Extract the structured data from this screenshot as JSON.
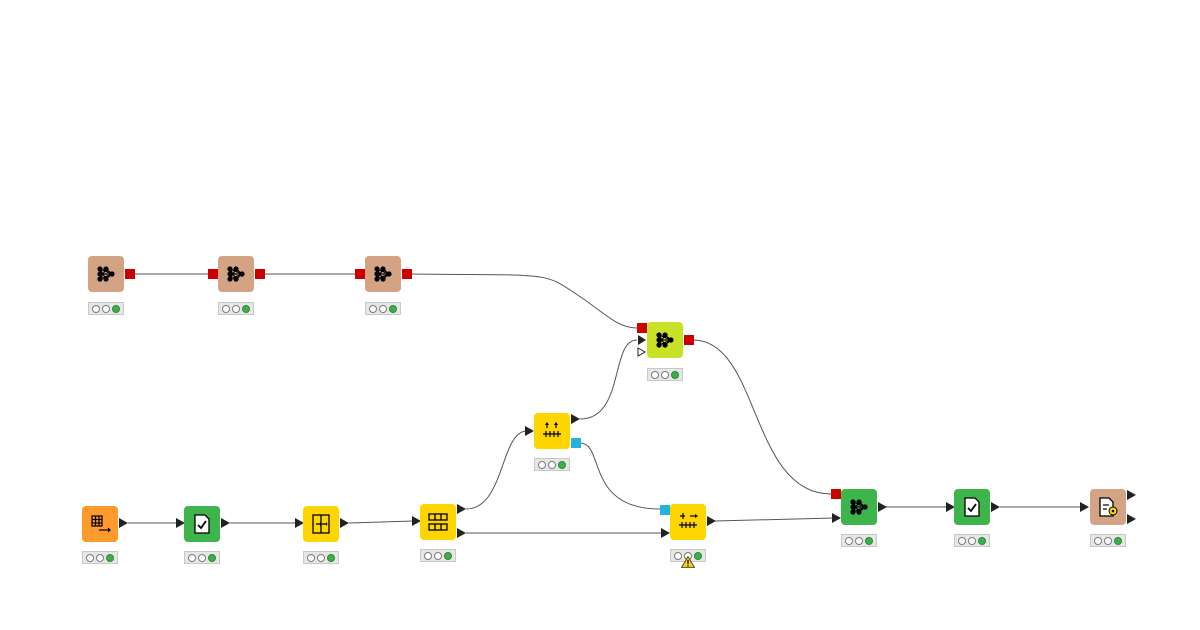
{
  "workflow": {
    "colors": {
      "learner_beige": "#d4a383",
      "manipulator_yellow": "#ffd500",
      "source_orange": "#ff9a2c",
      "predictor_green": "#3db54a",
      "learner_lime": "#c9e227",
      "model_port": "#cc0000",
      "config_port": "#22b3dd",
      "connection": "#555555",
      "status_on": "#3fae4a"
    },
    "nodes": [
      {
        "id": "n1",
        "icon": "network-icon",
        "color": "learner_beige",
        "status": "executed"
      },
      {
        "id": "n2",
        "icon": "network-icon",
        "color": "learner_beige",
        "status": "executed"
      },
      {
        "id": "n3",
        "icon": "network-icon",
        "color": "learner_beige",
        "status": "executed"
      },
      {
        "id": "n4",
        "icon": "network-icon",
        "color": "learner_lime",
        "status": "executed"
      },
      {
        "id": "n5",
        "icon": "table-reader-icon",
        "color": "source_orange",
        "status": "executed"
      },
      {
        "id": "n6",
        "icon": "document-check-icon",
        "color": "predictor_green",
        "status": "executed"
      },
      {
        "id": "n7",
        "icon": "column-filter-icon",
        "color": "manipulator_yellow",
        "status": "executed"
      },
      {
        "id": "n8",
        "icon": "partition-icon",
        "color": "manipulator_yellow",
        "status": "executed"
      },
      {
        "id": "n9",
        "icon": "normalizer-icon",
        "color": "manipulator_yellow",
        "status": "executed"
      },
      {
        "id": "n10",
        "icon": "normalizer-apply-icon",
        "color": "manipulator_yellow",
        "status": "executed",
        "warning": true
      },
      {
        "id": "n11",
        "icon": "network-icon",
        "color": "predictor_green",
        "status": "executed"
      },
      {
        "id": "n12",
        "icon": "document-check-icon",
        "color": "predictor_green",
        "status": "executed"
      },
      {
        "id": "n13",
        "icon": "model-writer-icon",
        "color": "learner_beige",
        "status": "executed"
      }
    ]
  }
}
